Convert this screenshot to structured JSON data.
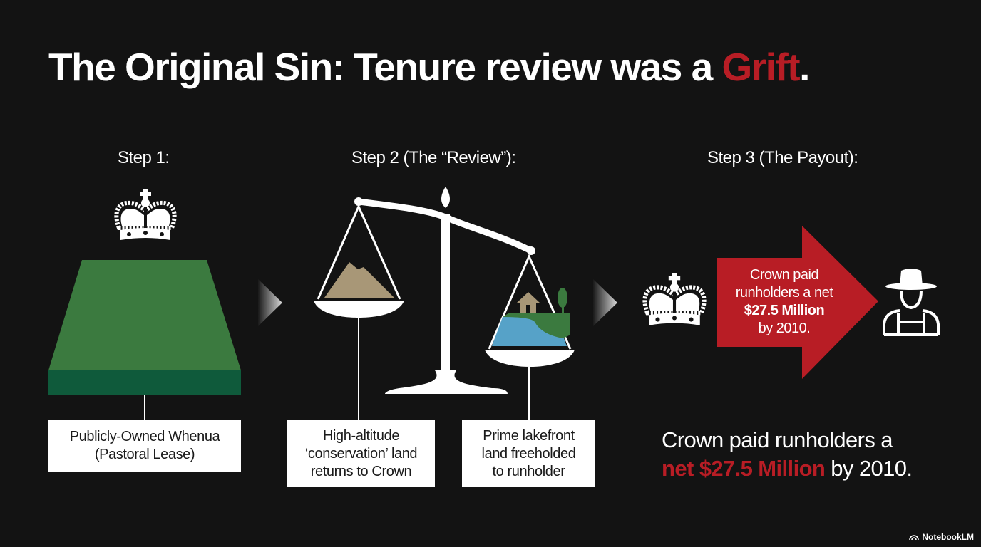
{
  "title": {
    "main": "The Original Sin: Tenure review was a ",
    "highlight": "Grift",
    "end": "."
  },
  "steps": [
    {
      "label": "Step 1:",
      "caption_lines": [
        "Publicly-Owned Whenua",
        "(Pastoral Lease)"
      ]
    },
    {
      "label": "Step 2 (The “Review”):",
      "left_caption_lines": [
        "High-altitude",
        "‘conservation’ land",
        "returns to Crown"
      ],
      "right_caption_lines": [
        "Prime lakefront",
        "land freeholded",
        "to runholder"
      ]
    },
    {
      "label": "Step 3 (The Payout):",
      "arrow_lines": [
        "Crown paid",
        "runholders a net",
        "$27.5 Million",
        "by 2010."
      ]
    }
  ],
  "summary": {
    "line1": "Crown paid runholders a",
    "highlight": "net $27.5 Million",
    "end": " by 2010."
  },
  "branding": "NotebookLM",
  "colors": {
    "background": "#131313",
    "accent_red": "#b81d25",
    "land_green": "#3b7a3f",
    "land_band": "#0f5a3b"
  }
}
